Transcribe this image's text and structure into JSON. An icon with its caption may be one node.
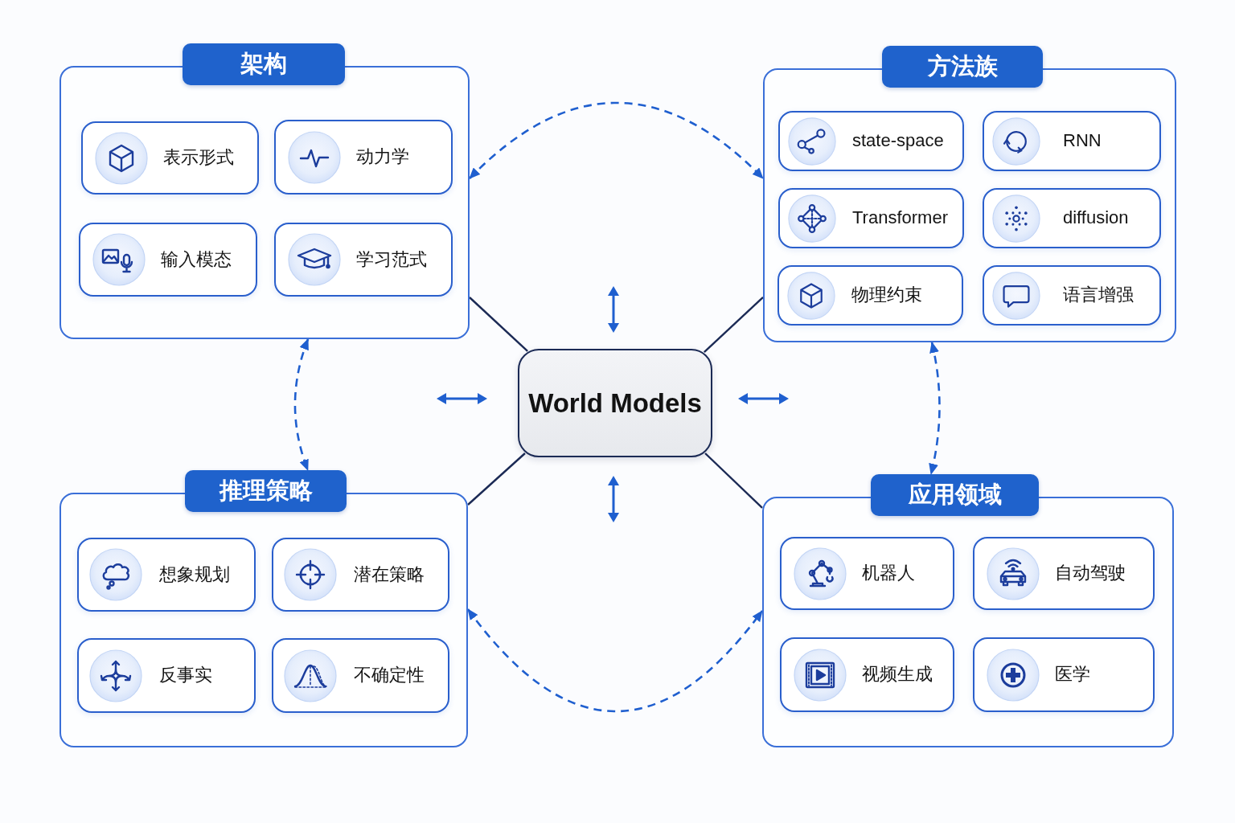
{
  "diagram": {
    "nodes": [
      {
        "text": [
          "架构"
        ]
      },
      {
        "text": [
          "表示形式"
        ],
        "in": 0
      },
      {
        "text": [
          "动力学"
        ],
        "in": 0
      },
      {
        "text": [
          "输入模态"
        ],
        "in": 0
      },
      {
        "text": [
          "学习范式"
        ],
        "in": 0
      },
      {
        "text": [
          "方法族"
        ]
      },
      {
        "text": [
          "state-space"
        ],
        "in": 5
      },
      {
        "text": [
          "RNN"
        ],
        "in": 5
      },
      {
        "text": [
          "Transformer"
        ],
        "in": 5
      },
      {
        "text": [
          "diffusion"
        ],
        "in": 5
      },
      {
        "text": [
          "物理约束"
        ],
        "in": 5
      },
      {
        "text": [
          "语言增强"
        ],
        "in": 5
      },
      {
        "text": [
          "World Models"
        ]
      },
      {
        "text": [
          "推理策略"
        ]
      },
      {
        "text": [
          "想象规划"
        ],
        "in": 13
      },
      {
        "text": [
          "潜在策略"
        ],
        "in": 13
      },
      {
        "text": [
          "反事实"
        ],
        "in": 13
      },
      {
        "text": [
          "不确定性"
        ],
        "in": 13
      },
      {
        "text": [
          "应用领域"
        ]
      },
      {
        "text": [
          "机器人"
        ],
        "in": 18
      },
      {
        "text": [
          "自动驾驶"
        ],
        "in": 18
      },
      {
        "text": [
          "视频生成"
        ],
        "in": 18
      },
      {
        "text": [
          "医学"
        ],
        "in": 18
      }
    ],
    "edges": [
      {
        "from": 12,
        "to": 0,
        "arrow": "none"
      },
      {
        "from": 12,
        "to": 5,
        "arrow": "none"
      },
      {
        "from": 12,
        "to": 13,
        "arrow": "none"
      },
      {
        "from": 12,
        "to": 18,
        "arrow": "none"
      },
      {
        "from": 0,
        "to": 5,
        "arrow": "both",
        "style": "dashed",
        "color": "#1f5fcf"
      },
      {
        "from": 0,
        "to": 13,
        "arrow": "both",
        "style": "dashed",
        "color": "#1f5fcf"
      },
      {
        "from": 5,
        "to": 18,
        "arrow": "both",
        "style": "dashed",
        "color": "#1f5fcf"
      },
      {
        "from": 13,
        "to": 18,
        "arrow": "both",
        "style": "dashed",
        "color": "#1f5fcf"
      }
    ]
  }
}
